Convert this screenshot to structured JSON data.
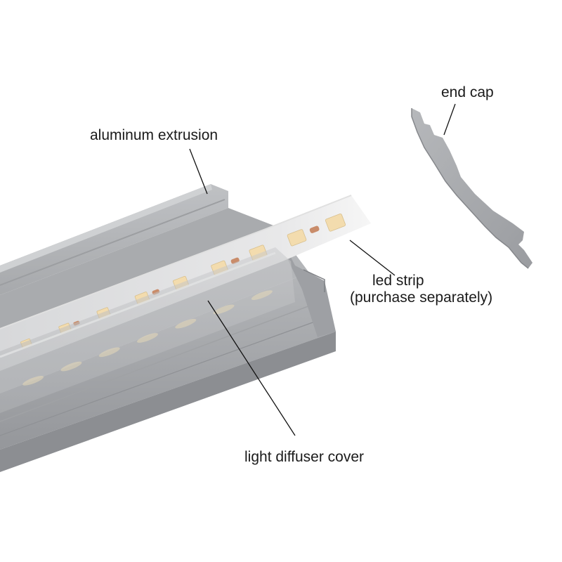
{
  "labels": {
    "aluminum_extrusion": "aluminum extrusion",
    "end_cap": "end cap",
    "led_strip_line1": "led strip",
    "led_strip_line2": "(purchase separately)",
    "light_diffuser_cover": "light diffuser cover"
  },
  "colors": {
    "background": "#ffffff",
    "aluminum_light": "#b9bbbe",
    "aluminum_mid": "#a3a5a8",
    "aluminum_dark": "#8e9094",
    "led_chip_warm": "#f3dcae",
    "led_resistor": "#c98c6a",
    "strip_base": "#f4f4f4",
    "text": "#1a1a1a"
  }
}
